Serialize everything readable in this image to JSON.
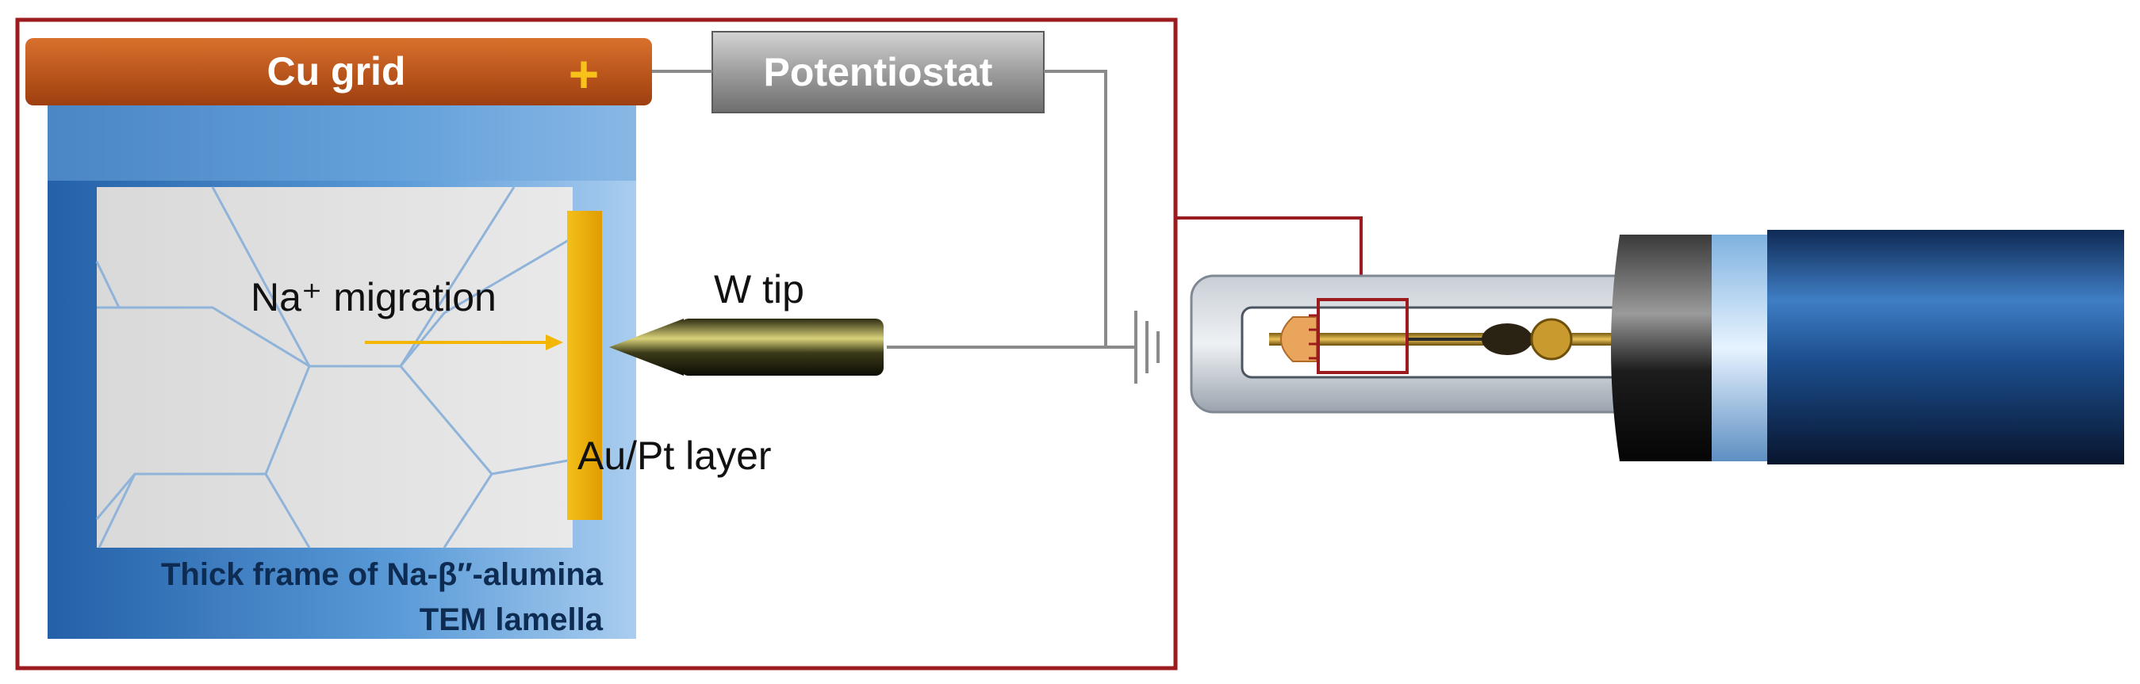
{
  "labels": {
    "cu_grid": "Cu grid",
    "plus": "+",
    "potentiostat": "Potentiostat",
    "na_migration": "Na⁺ migration",
    "w_tip": "W tip",
    "au_pt_layer": "Au/Pt layer",
    "frame_line1": "Thick frame of Na-β′′-alumina",
    "frame_line2": "TEM lamella"
  },
  "colors": {
    "border_red": "#9b1b1e",
    "cu_grid": "#c0561a",
    "gold": "#f2b705",
    "plus": "#f7c21a",
    "frame_blue": "#2f6fb3",
    "grain_line": "#8fb3d9",
    "holder_blue": "#1b4f8a"
  }
}
